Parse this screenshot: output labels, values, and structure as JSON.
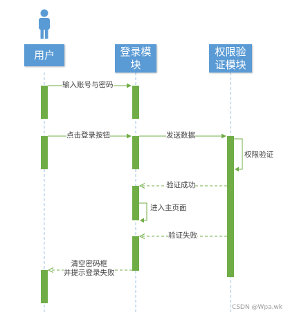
{
  "diagram": {
    "actor_icon": "person-icon",
    "participants": [
      {
        "id": "user",
        "label": "用户"
      },
      {
        "id": "login",
        "label": "登录模\n块"
      },
      {
        "id": "auth",
        "label": "权限验\n证模块"
      }
    ],
    "messages": [
      {
        "id": "m1",
        "label": "输入账号与密码",
        "from": "user",
        "to": "login",
        "style": "solid"
      },
      {
        "id": "m2",
        "label": "点击登录按钮",
        "from": "user",
        "to": "login",
        "style": "solid"
      },
      {
        "id": "m3",
        "label": "发送数据",
        "from": "login",
        "to": "auth",
        "style": "solid"
      },
      {
        "id": "m4",
        "label": "权限验证",
        "from": "auth",
        "to": "auth",
        "style": "self"
      },
      {
        "id": "m5",
        "label": "验证成功",
        "from": "auth",
        "to": "login",
        "style": "dashed"
      },
      {
        "id": "m6",
        "label": "进入主页面",
        "from": "login",
        "to": "login",
        "style": "self"
      },
      {
        "id": "m7",
        "label": "验证失败",
        "from": "auth",
        "to": "login",
        "style": "dashed"
      },
      {
        "id": "m8",
        "label": "清空密码框\n并提示登录失败",
        "from": "login",
        "to": "user",
        "style": "dashed"
      }
    ],
    "colors": {
      "participant_fill": "#5b9bd5",
      "activation_fill": "#70ad47",
      "lifeline": "#9dc3e6",
      "actor_icon": "#5b9bd5"
    },
    "watermark": "CSDN @Wpa.wk"
  }
}
